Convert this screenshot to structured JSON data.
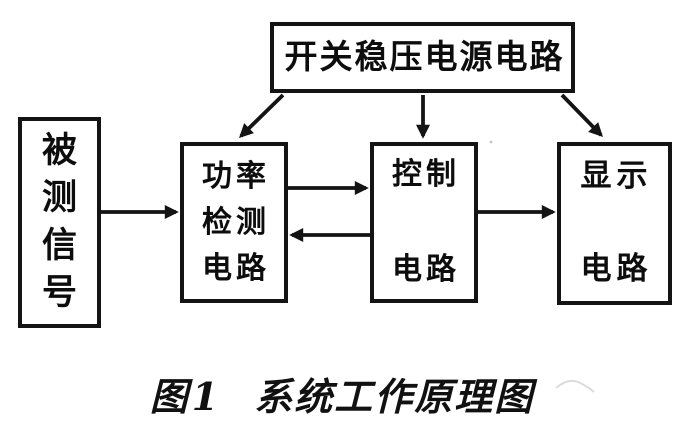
{
  "diagram": {
    "title_box": {
      "label": "开关稳压电源电路"
    },
    "signal_box": {
      "label": "被测信号",
      "chars": [
        "被",
        "测",
        "信",
        "号"
      ]
    },
    "power_box": {
      "label": "功率检测电路",
      "lines": [
        "功率",
        "检测",
        "电路"
      ]
    },
    "control_box": {
      "label": "控制电路",
      "lines": [
        "控制",
        "电路"
      ]
    },
    "display_box": {
      "label": "显示电路",
      "lines": [
        "显示",
        "电路"
      ]
    },
    "connections": [
      {
        "from": "开关稳压电源电路",
        "to": "功率检测电路",
        "style": "diagonal-down-left"
      },
      {
        "from": "开关稳压电源电路",
        "to": "控制电路",
        "style": "straight-down"
      },
      {
        "from": "开关稳压电源电路",
        "to": "显示电路",
        "style": "diagonal-down-right"
      },
      {
        "from": "被测信号",
        "to": "功率检测电路",
        "style": "straight-right"
      },
      {
        "from": "功率检测电路",
        "to": "控制电路",
        "style": "straight-right"
      },
      {
        "from": "控制电路",
        "to": "功率检测电路",
        "style": "straight-left"
      },
      {
        "from": "控制电路",
        "to": "显示电路",
        "style": "straight-right"
      }
    ],
    "colors": {
      "line": "#141414",
      "background": "#ffffff",
      "text": "#0d0d0d"
    }
  },
  "caption": {
    "label": "图1",
    "title": "系统工作原理图"
  }
}
